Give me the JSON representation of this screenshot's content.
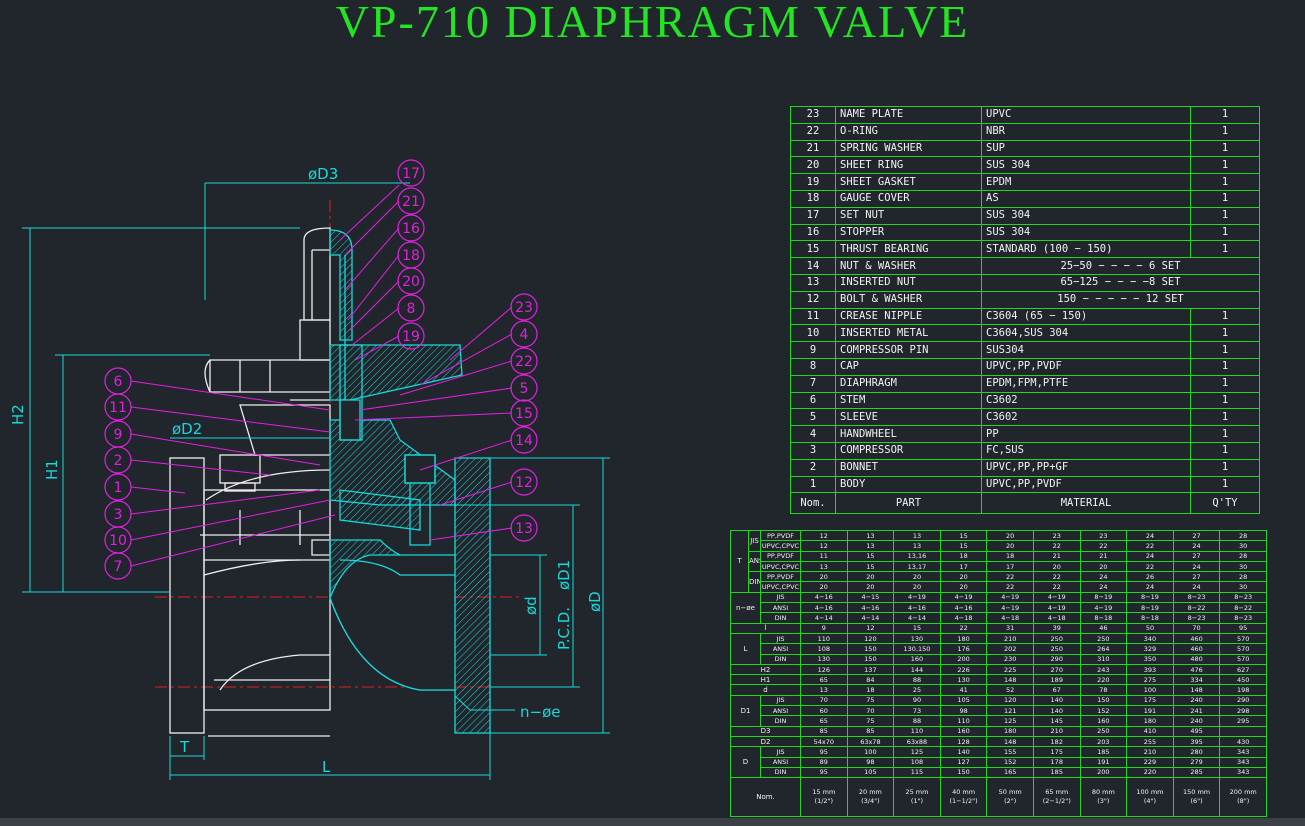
{
  "title": "VP-710 DIAPHRAGM VALVE",
  "drawing": {
    "dims": {
      "d3": "øD3",
      "d2": "øD2",
      "h2": "H2",
      "h1": "H1",
      "d1": "øD1",
      "d": "ød",
      "pcd": "P.C.D.",
      "big_d": "øD",
      "t": "T",
      "l": "L",
      "ne": "n−øe"
    },
    "balloons_right": [
      "17",
      "21",
      "16",
      "18",
      "20",
      "8",
      "19",
      "23",
      "4",
      "22",
      "5",
      "15",
      "14",
      "12",
      "13"
    ],
    "balloons_left": [
      "6",
      "11",
      "9",
      "2",
      "1",
      "3",
      "10",
      "7"
    ]
  },
  "parts": {
    "rows": [
      {
        "no": "23",
        "part": "NAME PLATE",
        "material": "UPVC",
        "qty": "1"
      },
      {
        "no": "22",
        "part": "O-RING",
        "material": "NBR",
        "qty": "1"
      },
      {
        "no": "21",
        "part": "SPRING WASHER",
        "material": "SUP",
        "qty": "1"
      },
      {
        "no": "20",
        "part": "SHEET RING",
        "material": "SUS 304",
        "qty": "1"
      },
      {
        "no": "19",
        "part": "SHEET GASKET",
        "material": "EPDM",
        "qty": "1"
      },
      {
        "no": "18",
        "part": "GAUGE COVER",
        "material": "AS",
        "qty": "1"
      },
      {
        "no": "17",
        "part": "SET NUT",
        "material": "SUS 304",
        "qty": "1"
      },
      {
        "no": "16",
        "part": "STOPPER",
        "material": "SUS 304",
        "qty": "1"
      },
      {
        "no": "15",
        "part": "THRUST BEARING",
        "material": "STANDARD (100 − 150)",
        "qty": "1"
      }
    ],
    "merged": [
      {
        "no": "14",
        "part": "NUT & WASHER",
        "text": "25−50 − − − − 6 SET"
      },
      {
        "no": "13",
        "part": "INSERTED NUT",
        "text": "65−125 − − − −8 SET"
      },
      {
        "no": "12",
        "part": "BOLT & WASHER",
        "text": "150 − − − − − 12 SET"
      }
    ],
    "rows2": [
      {
        "no": "11",
        "part": "CREASE NIPPLE",
        "material": "C3604 (65 − 150)",
        "qty": "1"
      },
      {
        "no": "10",
        "part": "INSERTED METAL",
        "material": "C3604,SUS 304",
        "qty": "1"
      },
      {
        "no": "9",
        "part": "COMPRESSOR PIN",
        "material": "SUS304",
        "qty": "1"
      },
      {
        "no": "8",
        "part": "CAP",
        "material": "UPVC,PP,PVDF",
        "qty": "1"
      },
      {
        "no": "7",
        "part": "DIAPHRAGM",
        "material": "EPDM,FPM,PTFE",
        "qty": "1"
      },
      {
        "no": "6",
        "part": "STEM",
        "material": "C3602",
        "qty": "1"
      },
      {
        "no": "5",
        "part": "SLEEVE",
        "material": "C3602",
        "qty": "1"
      },
      {
        "no": "4",
        "part": "HANDWHEEL",
        "material": "PP",
        "qty": "1"
      },
      {
        "no": "3",
        "part": "COMPRESSOR",
        "material": "FC,SUS",
        "qty": "1"
      },
      {
        "no": "2",
        "part": "BONNET",
        "material": "UPVC,PP,PP+GF",
        "qty": "1"
      },
      {
        "no": "1",
        "part": "BODY",
        "material": "UPVC,PP,PVDF",
        "qty": "1"
      }
    ],
    "header": {
      "no": "Nom.",
      "part": "PART",
      "material": "MATERIAL",
      "qty": "Q'TY"
    }
  },
  "dims_table": {
    "T": {
      "label": "T",
      "groups": [
        {
          "std": "JIS",
          "rows": [
            {
              "mat": "PP,PVDF",
              "v": [
                "12",
                "13",
                "13",
                "15",
                "20",
                "23",
                "23",
                "24",
                "27",
                "28"
              ]
            },
            {
              "mat": "UPVC,CPVC",
              "v": [
                "12",
                "13",
                "13",
                "15",
                "20",
                "22",
                "22",
                "22",
                "24",
                "30"
              ]
            }
          ]
        },
        {
          "std": "ANSI",
          "rows": [
            {
              "mat": "PP,PVDF",
              "v": [
                "11",
                "15",
                "13,16",
                "18",
                "18",
                "21",
                "21",
                "24",
                "27",
                "28"
              ]
            },
            {
              "mat": "UPVC,CPVC",
              "v": [
                "13",
                "15",
                "13,17",
                "17",
                "17",
                "20",
                "20",
                "22",
                "24",
                "30"
              ]
            }
          ]
        },
        {
          "std": "DIN",
          "rows": [
            {
              "mat": "PP,PVDF",
              "v": [
                "20",
                "20",
                "20",
                "20",
                "22",
                "22",
                "24",
                "26",
                "27",
                "28"
              ]
            },
            {
              "mat": "UPVC,CPVC",
              "v": [
                "20",
                "20",
                "20",
                "20",
                "22",
                "22",
                "24",
                "24",
                "24",
                "30"
              ]
            }
          ]
        }
      ]
    },
    "ne": {
      "label": "n−øe",
      "rows": [
        {
          "std": "JIS",
          "v": [
            "4−16",
            "4−15",
            "4−19",
            "4−19",
            "4−19",
            "4−19",
            "8−19",
            "8−19",
            "8−23",
            "8−23"
          ]
        },
        {
          "std": "ANSI",
          "v": [
            "4−16",
            "4−16",
            "4−16",
            "4−16",
            "4−19",
            "4−19",
            "4−19",
            "8−19",
            "8−22",
            "8−22"
          ]
        },
        {
          "std": "DIN",
          "v": [
            "4−14",
            "4−14",
            "4−14",
            "4−18",
            "4−18",
            "4−18",
            "8−18",
            "8−18",
            "8−23",
            "8−23"
          ]
        }
      ]
    },
    "l_single": {
      "label": "l",
      "v": [
        "9",
        "12",
        "15",
        "22",
        "31",
        "39",
        "46",
        "50",
        "70",
        "95"
      ]
    },
    "L": {
      "label": "L",
      "rows": [
        {
          "std": "JIS",
          "v": [
            "110",
            "120",
            "130",
            "180",
            "210",
            "250",
            "250",
            "340",
            "460",
            "570"
          ]
        },
        {
          "std": "ANSI",
          "v": [
            "108",
            "150",
            "130,150",
            "176",
            "202",
            "250",
            "264",
            "329",
            "460",
            "570"
          ]
        },
        {
          "std": "DIN",
          "v": [
            "130",
            "150",
            "160",
            "200",
            "230",
            "290",
            "310",
            "350",
            "480",
            "570"
          ]
        }
      ]
    },
    "singles": [
      {
        "label": "H2",
        "v": [
          "126",
          "137",
          "144",
          "226",
          "225",
          "270",
          "243",
          "393",
          "476",
          "627"
        ]
      },
      {
        "label": "H1",
        "v": [
          "65",
          "84",
          "88",
          "130",
          "148",
          "189",
          "220",
          "275",
          "334",
          "450"
        ]
      },
      {
        "label": "d",
        "v": [
          "13",
          "18",
          "25",
          "41",
          "52",
          "67",
          "78",
          "100",
          "148",
          "198"
        ]
      }
    ],
    "D1": {
      "label": "D1",
      "rows": [
        {
          "std": "JIS",
          "v": [
            "70",
            "75",
            "90",
            "105",
            "120",
            "140",
            "150",
            "175",
            "240",
            "290"
          ]
        },
        {
          "std": "ANSI",
          "v": [
            "60",
            "70",
            "73",
            "98",
            "121",
            "140",
            "152",
            "191",
            "241",
            "298"
          ]
        },
        {
          "std": "DIN",
          "v": [
            "65",
            "75",
            "88",
            "110",
            "125",
            "145",
            "160",
            "180",
            "240",
            "295"
          ]
        }
      ]
    },
    "singles2": [
      {
        "label": "D3",
        "v": [
          "85",
          "85",
          "110",
          "160",
          "180",
          "210",
          "250",
          "410",
          "495",
          ""
        ]
      },
      {
        "label": "D2",
        "v": [
          "54x70",
          "63x78",
          "63x88",
          "128",
          "148",
          "182",
          "203",
          "255",
          "395",
          "430"
        ]
      }
    ],
    "D": {
      "label": "D",
      "rows": [
        {
          "std": "JIS",
          "v": [
            "95",
            "100",
            "125",
            "140",
            "155",
            "175",
            "185",
            "210",
            "280",
            "343"
          ]
        },
        {
          "std": "ANSI",
          "v": [
            "89",
            "98",
            "108",
            "127",
            "152",
            "178",
            "191",
            "229",
            "279",
            "343"
          ]
        },
        {
          "std": "DIN",
          "v": [
            "95",
            "105",
            "115",
            "150",
            "165",
            "185",
            "200",
            "220",
            "285",
            "343"
          ]
        }
      ]
    },
    "nom": {
      "label": "Nom.",
      "v": [
        {
          "mm": "15 mm",
          "in": "(1/2\")"
        },
        {
          "mm": "20 mm",
          "in": "(3/4\")"
        },
        {
          "mm": "25 mm",
          "in": "(1\")"
        },
        {
          "mm": "40 mm",
          "in": "(1−1/2\")"
        },
        {
          "mm": "50 mm",
          "in": "(2\")"
        },
        {
          "mm": "65 mm",
          "in": "(2−1/2\")"
        },
        {
          "mm": "80 mm",
          "in": "(3\")"
        },
        {
          "mm": "100 mm",
          "in": "(4\")"
        },
        {
          "mm": "150 mm",
          "in": "(6\")"
        },
        {
          "mm": "200 mm",
          "in": "(8\")"
        }
      ]
    }
  },
  "colors": {
    "bg": "#21262d",
    "green": "#22d622",
    "magenta": "#e020e0",
    "cyan": "#18d8d8",
    "white": "#eeeeee",
    "red": "#e02020"
  }
}
